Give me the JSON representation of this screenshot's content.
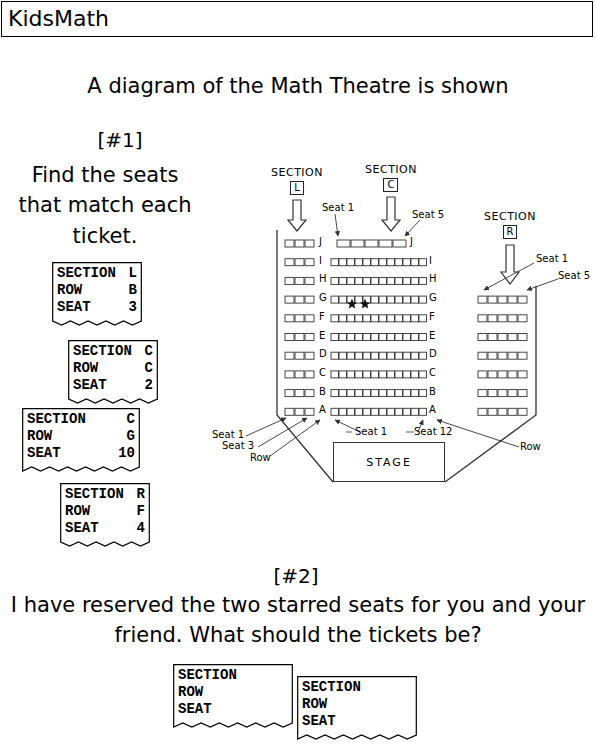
{
  "diagram": {
    "title": "A diagram of the Math Theatre is shown",
    "nodes": [
      {
        "text": [
          "KidsMath"
        ]
      },
      {
        "text": [
          "SECTION",
          "L",
          "ROW",
          "B",
          "SEAT",
          "3"
        ]
      },
      {
        "text": [
          "SECTION",
          "C",
          "ROW",
          "C",
          "SEAT",
          "2"
        ]
      },
      {
        "text": [
          "SECTION",
          "C",
          "ROW",
          "G",
          "SEAT",
          "10"
        ]
      },
      {
        "text": [
          "SECTION",
          "R",
          "ROW",
          "F",
          "SEAT",
          "4"
        ]
      },
      {
        "text": [
          "SECTION",
          "L"
        ]
      },
      {
        "text": [
          "SECTION",
          "C"
        ]
      },
      {
        "text": [
          "SECTION",
          "R"
        ]
      },
      {
        "text": [
          "STAGE"
        ]
      },
      {
        "text": [
          "SECTION",
          "ROW",
          "SEAT"
        ]
      },
      {
        "text": [
          "SECTION",
          "ROW",
          "SEAT"
        ]
      }
    ],
    "labels": [
      "[#1]",
      "Find the seats that match each ticket.",
      "Seat 1",
      "Seat 5",
      "Seat 1",
      "Seat 5",
      "J",
      "I",
      "H",
      "G",
      "F",
      "E",
      "D",
      "C",
      "B",
      "A",
      "J",
      "I",
      "H",
      "G",
      "F",
      "E",
      "D",
      "C",
      "B",
      "A",
      "Seat 1",
      "Seat 3",
      "Row",
      "Seat 1",
      "Seat 12",
      "Row",
      "[#2]",
      "I have reserved the two starred seats for you and your friend. What should the tickets be?"
    ]
  }
}
